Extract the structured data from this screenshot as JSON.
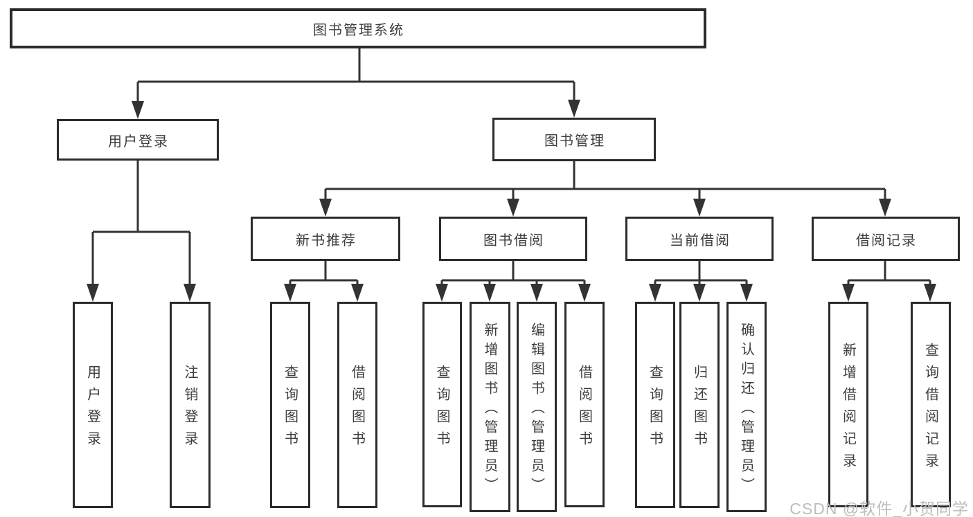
{
  "nodes": {
    "root": "图书管理系统",
    "level2": [
      "用户登录",
      "图书管理"
    ],
    "level3": [
      "新书推荐",
      "图书借阅",
      "当前借阅",
      "借阅记录"
    ],
    "leaves": {
      "user_login": [
        "用户登录",
        "注销登录"
      ],
      "new_books": [
        "查询图书",
        "借阅图书"
      ],
      "book_borrow": [
        "查询图书",
        "新增图书（管理员）",
        "编辑图书（管理员）",
        "借阅图书"
      ],
      "current_borrow": [
        "查询图书",
        "归还图书",
        "确认归还（管理员）"
      ],
      "borrow_records": [
        "新增借阅记录",
        "查询借阅记录"
      ]
    }
  },
  "watermark": "CSDN @软件_小贺同学",
  "colors": {
    "line": "#333333",
    "border": "#2b2b2b",
    "text": "#3d3d3d",
    "watermark": "#bdbdbd",
    "bg": "#ffffff"
  }
}
